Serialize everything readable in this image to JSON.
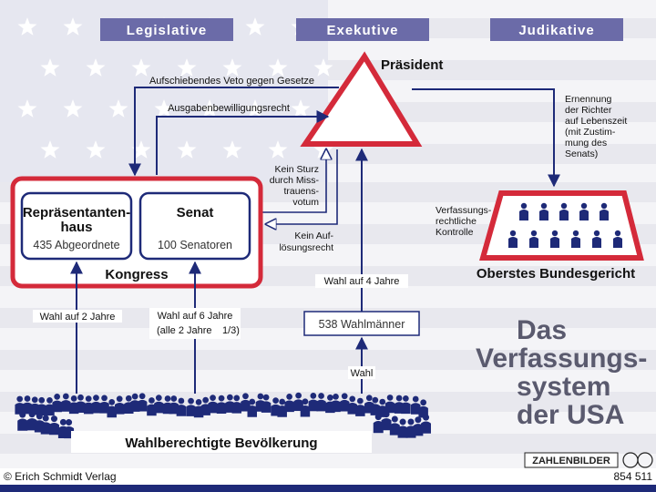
{
  "headers": {
    "legislative": "Legislative",
    "executive": "Exekutive",
    "judicative": "Judikative"
  },
  "president": {
    "title": "Präsident"
  },
  "arrows": {
    "veto": "Aufschiebendes Veto gegen Gesetze",
    "budget": "Ausgabenbewilligungsrecht",
    "no_confidence": [
      "Kein Sturz",
      "durch Miss-",
      "trauens-",
      "votum"
    ],
    "no_dissolution": [
      "Kein Auf-",
      "lösungsrecht"
    ],
    "judges": [
      "Ernennung",
      "der Richter",
      "auf Lebenszeit",
      "(mit Zustim-",
      "mung des",
      "Senats)"
    ],
    "constitutional_control": [
      "Verfassungs-",
      "rechtliche",
      "Kontrolle"
    ],
    "election_4": "Wahl auf 4 Jahre",
    "election_2": "Wahl auf 2 Jahre",
    "election_6_a": "Wahl auf 6 Jahre",
    "election_6_b": "(alle 2 Jahre",
    "election_6_frac": "1/3)",
    "election": "Wahl"
  },
  "congress": {
    "title": "Kongress",
    "house_title": [
      "Repräsentanten-",
      "haus"
    ],
    "house_sub": "435 Abgeordnete",
    "senate_title": "Senat",
    "senate_sub": "100 Senatoren"
  },
  "electors": "538 Wahlmänner",
  "court": "Oberstes Bundesgericht",
  "population": "Wahlberechtigte Bevölkerung",
  "big_title": [
    "Das",
    "Verfassungs-",
    "system",
    "der USA"
  ],
  "footer": {
    "publisher": "© Erich Schmidt Verlag",
    "brand": "ZAHLENBILDER",
    "number": "854 511"
  },
  "colors": {
    "header_bg": "#6b6ba8",
    "red": "#d42a3a",
    "navy": "#1e2a78",
    "flag_stripe": "#e8e8ee"
  }
}
